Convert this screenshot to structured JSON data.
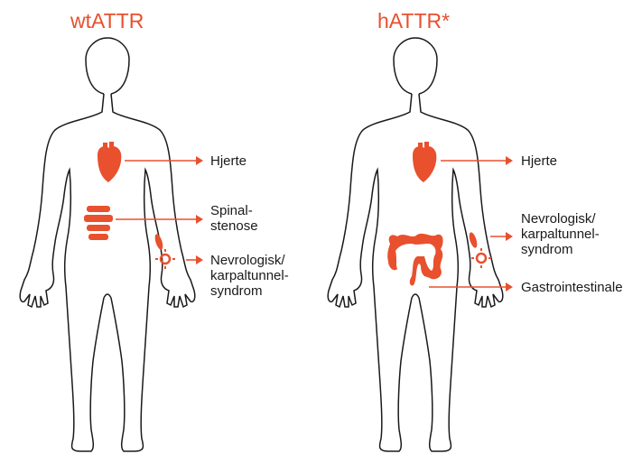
{
  "panels": [
    {
      "title": "wtATTR",
      "labels": {
        "heart": "Hjerte",
        "spine": [
          "Spinal-",
          "stenose"
        ],
        "neuro": [
          "Nevrologisk/",
          "karpaltunnel-",
          "syndrom"
        ]
      }
    },
    {
      "title": "hATTR*",
      "labels": {
        "heart": "Hjerte",
        "neuro": [
          "Nevrologisk/",
          "karpaltunnel-",
          "syndrom"
        ],
        "gi": "Gastrointestinale"
      }
    }
  ],
  "colors": {
    "accent": "#e8502e",
    "outline": "#1a1a1a",
    "text": "#1a1a1a"
  },
  "icons": [
    "heart-icon",
    "spine-icon",
    "colon-icon",
    "nerve-icon"
  ]
}
